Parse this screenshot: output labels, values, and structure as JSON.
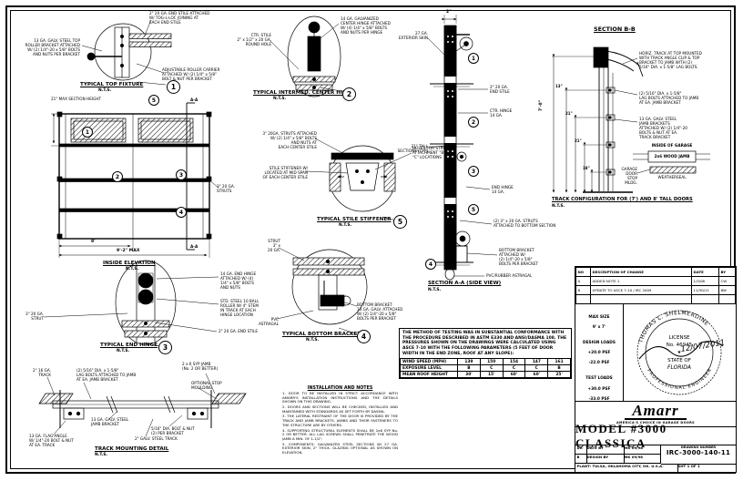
{
  "balloons": {
    "b1": "1",
    "b2": "2",
    "b3": "3",
    "b4": "4",
    "b5": "5"
  },
  "details": {
    "top_fixture": {
      "caption": "TYPICAL TOP FIXTURE",
      "nts": "N.T.S.",
      "label_stile": "2\" 20 GA. END STILE ATTACHED\nW/ TOG-L-LOC JOINING AT\nEACH END STILE",
      "label_bracket": "13 GA. GALV. STEEL TOP\nROLLER BRACKET ATTACHED\nW/ (2) 1/4\"-20 x 5/8\" BOLTS\nAND NUTS PER BRACKET",
      "label_slide": "ADJUSTABLE ROLLER CARRIER\nATTACHED W/ (2) 1/4\" x 5/8\"\nBOLT & NUT PER BRACKET"
    },
    "center_hinge": {
      "caption": "TYPICAL INTERMED. CENTER HINGE",
      "nts": "N.T.S.",
      "label_hinge": "14 GA. GALVANIZED\nCENTER HINGE ATTACHED\nW/ (4) 1/4\" x 5/8\" BOLTS\nAND NUTS PER HINGE",
      "label_stile": "CTR. STILE\n2\" x 1/2\" x 20 GA.\nROUND HOLE"
    },
    "stile_stiffener": {
      "caption": "TYPICAL STILE STIFFENER",
      "nts": "N.T.S.",
      "label_strut": "3\" 20GA. STRUTS ATTACHED\nW/ (2) 1/4\" x 5/8\" BOLTS\nAND NUTS AT\nEACH CENTER STILE",
      "label_stiffener": "STILE STIFFENER W/\nLOCATED AT MID SPAN\nOF EACH CENTER STILE",
      "label_holes": "HOLES FOR STRUT\nATTACHMENT \"B\" &\n\"C\" LOCATIONS"
    },
    "end_hinge": {
      "caption": "TYPICAL END HINGE",
      "nts": "N.T.S.",
      "label_hinge": "14 GA. END HINGE\nATTACHED W/ (4)\n1/4\" x 5/8\" BOLTS\nAND NUTS",
      "label_roller": "STD. STEEL 10 BALL\nROLLER W/ 4\" STEM\nIN TRACK AT EACH\nHINGE LOCATION",
      "label_stile": "2\" 20 GA. END STILE",
      "label_strut": "3\" 20 GA.\nSTRUT"
    },
    "bottom_bracket": {
      "caption": "TYPICAL BOTTOM BRACKET",
      "nts": "N.T.S.",
      "label_strut": "STRUT\n3\" x\n20 GA.",
      "label_bracket": "BOTTOM BRACKET\n13 GA. GALV. ATTACHED\nW/ (2) 1/4\"-20 x 5/8\"\nBOLTS PER BRACKET",
      "label_astragal": "PVC\nASTRAGAL"
    }
  },
  "elevation": {
    "caption": "INSIDE ELEVATION",
    "nts": "N.T.S.",
    "dim_w1": "8'",
    "dim_w2": "9'-2\" MAX",
    "label_height": "21\" MAX SECTION HEIGHT",
    "label_struts": "3\" 20 GA.\nSTRUTS",
    "section_mark": "A-A"
  },
  "track_detail": {
    "caption": "TRACK MOUNTING DETAIL",
    "nts": "N.T.S.",
    "label_track": "2\" 16 GA.\nTRACK",
    "label_lag": "(2) 5/16\" DIA. x 1-5/8\"\nLAG BOLTS ATTACHED TO JAMB\nAT EA. JAMB BRACKET",
    "label_jamb": "2 x 6 SYP JAMB\n(No. 2 OR BETTER)",
    "label_stop": "OPTIONAL STOP\nMOULDING",
    "label_bracket": "13 GA. GALV. STEEL\nJAMB BRACKET",
    "label_bolt": "5/16\" DIA. BOLT & NUT\n(2) PER BRACKET",
    "label_flag": "13 GA. FLAG ANGLE\nW/ 1/4\"-20 BOLT & NUT\nAT EA. TRACK",
    "label_track2": "2\" GALV. STEEL TRACK"
  },
  "section_a": {
    "caption": "SECTION A-A (SIDE VIEW)",
    "nts": "N.T.S.",
    "dim_top": "2\"",
    "label_skin": "27 GA.\nEXTERIOR SKIN",
    "label_sections": "21\" TALL\nSECTIONS (TYP)",
    "label_end_stile": "2\" 20 GA.\nEND STILE",
    "label_ctr_hinge": "CTR. HINGE\n14 GA.",
    "label_end_hinge": "END HINGE\n14 GA.",
    "label_struts": "(2) 3\" x 20 GA. STRUTS\nATTACHED TO BOTTOM SECTION",
    "label_bracket": "BOTTOM BRACKET\nATTACHED W/\n(2) 1/4\"-20 x 5/8\"\nBOLTS PER BRACKET",
    "label_astragal": "PVC/RUBBER ASTRAGAL"
  },
  "section_b": {
    "title": "SECTION B-B",
    "caption": "TRACK CONFIGURATION FOR (7') AND 8' TALL DOORS",
    "nts": "N.T.S.",
    "dim_total": "7'-0\"",
    "dims": [
      "13\"",
      "21\"",
      "21\"",
      "18\""
    ],
    "label_horiz": "HORIZ. TRACK AT TOP MOUNTED\nWITH TRACK ANGLE CLIP & TOP\nBRACKET TO JAMB WITH (2)\n5/16\" DIA. x 1-5/8\" LAG BOLTS.",
    "label_lag": "(2) 5/16\" DIA. x 1-5/8\"\nLAG BOLTS ATTACHED TO JAMB\nAT EA. JAMB BRACKET",
    "label_jamb_brkt": "13 GA. GALV. STEEL\nJAMB BRACKETS\nATTACHED W/ (2) 1/4\"-20\nBOLTS & NUT AT EA.\nTRACK BRACKET",
    "seal_detail": {
      "header": "INSIDE OF GARAGE",
      "jamb": "2x6 WOOD JAMB",
      "door": "GARAGE DOOR\nSTOP MLDG.",
      "seal": "WEATHERSEAL"
    }
  },
  "wind_note": {
    "paragraph": "THE METHOD OF TESTING WAS IN SUBSTANTIAL CONFORMANCE WITH THE PROCEDURE DESCRIBED IN ASTM E330 AND ANSI/DASMA 108. THE PRESSURES SHOWN ON THE DRAWINGS WERE CALCULATED USING ASCE 7-10 WITH THE FOLLOWING PARAMETERS (5 FEET OF DOOR WIDTH IN THE END ZONE, ROOF AT ANY SLOPE):",
    "table": {
      "rows": [
        {
          "label": "WIND SPEED (MPH)",
          "values": [
            "139",
            "150",
            "154",
            "147",
            "161"
          ]
        },
        {
          "label": "EXPOSURE LEVEL",
          "values": [
            "B",
            "C",
            "C",
            "C",
            "B"
          ]
        },
        {
          "label": "MEAN ROOF HEIGHT",
          "values": [
            "30'",
            "15'",
            "60'",
            "60'",
            "25'"
          ]
        }
      ]
    }
  },
  "notes": {
    "header": "INSTALLATION AND NOTES",
    "items": [
      "1. DOOR TO BE INSTALLED IN STRICT ACCORDANCE WITH AMARR'S INSTALLATION INSTRUCTIONS AND THE DETAILS SHOWN ON THIS DRAWING.",
      "2. DOORS AND SECTIONS WILL BE CHECKED, INSTALLED AND MAINTAINED WITH STANDARDS AS SET FORTH BY DASMA.",
      "3. THE LATERAL RESTRAINT OF THE DOOR IS PROVIDED BY THE TRACK AND JAMB BRACKETS. JAMBS AND THEIR FASTENERS TO THE STRUCTURE ARE BY OTHERS.",
      "4. SUPPORTING STRUCTURAL ELEMENTS SHALL BE 2x6 SYP No. 2 OR BETTER. ALL LAG SCREWS SHALL PENETRATE THE WOOD JAMB A MIN. OF 1-1/2\".",
      "5. COMPONENTS: GALVANIZED STEEL SECTIONS W/ 27 GA. EXTERIOR SKIN, 2\" THICK. GLAZING OPTIONAL AS SHOWN ON ELEVATION."
    ]
  },
  "title_block": {
    "rev_table": {
      "headers": [
        "NO",
        "DESCRIPTION OF CHANGE",
        "DATE",
        "BY"
      ],
      "rows": [
        [
          "A",
          "ADDED NOTE 1",
          "1/3/08",
          "CW"
        ],
        [
          "B",
          "UPDATE TO ASCE 7-10 / IRC 2009",
          "11/30/11",
          "BW"
        ]
      ]
    },
    "max_size": {
      "label": "MAX SIZE",
      "value": "9' x 7'"
    },
    "design_loads": {
      "label": "DESIGN LOADS",
      "pos": "+20.0 PSF",
      "neg": "-22.0 PSF"
    },
    "test_loads": {
      "label": "TEST LOADS",
      "pos": "+30.0 PSF",
      "neg": "-33.0 PSF"
    },
    "seal": {
      "name": "THOMAS L. SHELMERDINE",
      "license": "LICENSE",
      "number": "No. 46945",
      "star": "★",
      "state": "STATE OF",
      "state2": "FLORIDA",
      "profession": "PROFESSIONAL ENGINEER",
      "date": "12/07/2011"
    },
    "logo": {
      "name": "Amarr",
      "tagline": "AMERICA'S CHOICE IN GARAGE DOORS"
    },
    "model": "MODEL #3000 CLASSICA",
    "info": {
      "r1c1": "DR",
      "r1c2": "DATE BY",
      "r1c3": "MK 09/98",
      "r2c1": "B",
      "r2c2": "DESIGN BY",
      "r2c3": "MK 09/98",
      "dwg_label": "DRAWING NUMBER",
      "dwg_number": "IRC-3000-140-11",
      "plant": "PLANT: TULSA, OKLAHOMA CITY, OK. U.S.A.",
      "sheet": "SHT 1 OF 1"
    }
  }
}
